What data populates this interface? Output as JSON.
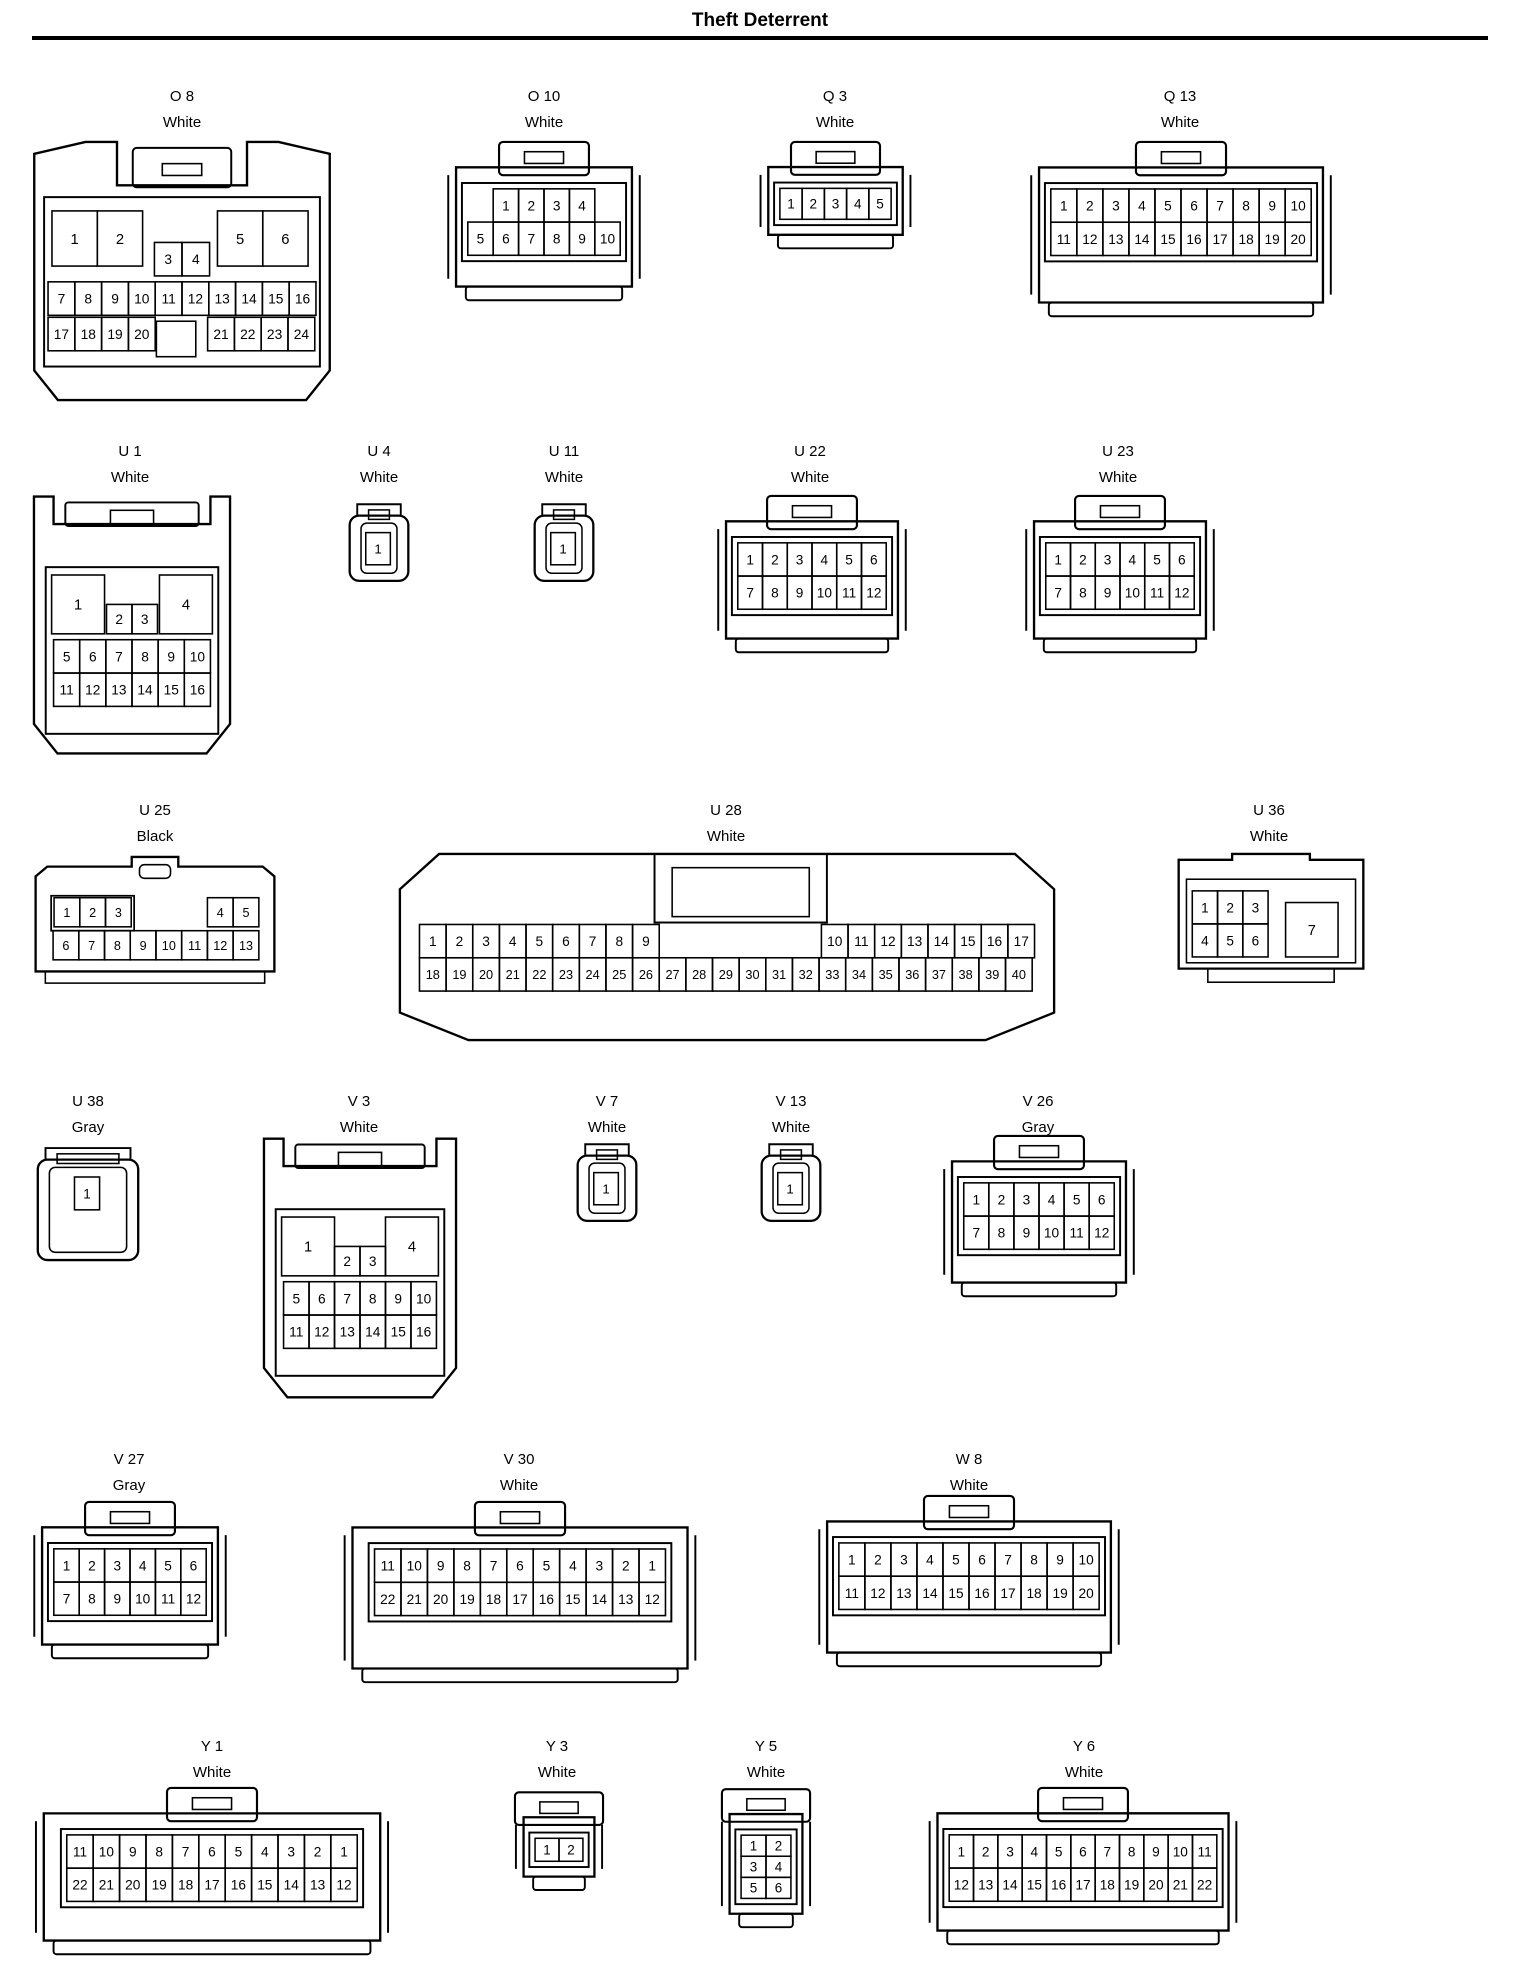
{
  "title": "Theft Deterrent",
  "connectors": [
    {
      "id": "O 8",
      "color": "White",
      "kind": "o8",
      "rows": [
        [
          "1",
          "2",
          "5",
          "6"
        ],
        [
          "3",
          "4"
        ],
        [
          "7",
          "8",
          "9",
          "10",
          "11",
          "12",
          "13",
          "14",
          "15",
          "16"
        ],
        [
          "17",
          "18",
          "19",
          "20",
          "21",
          "22",
          "23",
          "24"
        ]
      ]
    },
    {
      "id": "O 10",
      "color": "White",
      "kind": "grid",
      "rows": [
        [
          "1",
          "2",
          "3",
          "4"
        ],
        [
          "5",
          "6",
          "7",
          "8",
          "9",
          "10"
        ]
      ]
    },
    {
      "id": "Q 3",
      "color": "White",
      "kind": "grid",
      "rows": [
        [
          "1",
          "2",
          "3",
          "4",
          "5"
        ]
      ]
    },
    {
      "id": "Q 13",
      "color": "White",
      "kind": "grid",
      "rows": [
        [
          "1",
          "2",
          "3",
          "4",
          "5",
          "6",
          "7",
          "8",
          "9",
          "10"
        ],
        [
          "11",
          "12",
          "13",
          "14",
          "15",
          "16",
          "17",
          "18",
          "19",
          "20"
        ]
      ]
    },
    {
      "id": "U 1",
      "color": "White",
      "kind": "u16",
      "rows": [
        [
          "1",
          "4"
        ],
        [
          "2",
          "3"
        ],
        [
          "5",
          "6",
          "7",
          "8",
          "9",
          "10"
        ],
        [
          "11",
          "12",
          "13",
          "14",
          "15",
          "16"
        ]
      ]
    },
    {
      "id": "U 4",
      "color": "White",
      "kind": "single",
      "rows": [
        [
          "1"
        ]
      ]
    },
    {
      "id": "U 11",
      "color": "White",
      "kind": "single",
      "rows": [
        [
          "1"
        ]
      ]
    },
    {
      "id": "U 22",
      "color": "White",
      "kind": "grid",
      "rows": [
        [
          "1",
          "2",
          "3",
          "4",
          "5",
          "6"
        ],
        [
          "7",
          "8",
          "9",
          "10",
          "11",
          "12"
        ]
      ]
    },
    {
      "id": "U 23",
      "color": "White",
      "kind": "grid",
      "rows": [
        [
          "1",
          "2",
          "3",
          "4",
          "5",
          "6"
        ],
        [
          "7",
          "8",
          "9",
          "10",
          "11",
          "12"
        ]
      ]
    },
    {
      "id": "U 25",
      "color": "Black",
      "kind": "u25",
      "rows": [
        [
          "1",
          "2",
          "3",
          "4",
          "5"
        ],
        [
          "6",
          "7",
          "8",
          "9",
          "10",
          "11",
          "12",
          "13"
        ]
      ]
    },
    {
      "id": "U 28",
      "color": "White",
      "kind": "u28",
      "rows": [
        [
          "1",
          "2",
          "3",
          "4",
          "5",
          "6",
          "7",
          "8",
          "9",
          "10",
          "11",
          "12",
          "13",
          "14",
          "15",
          "16",
          "17"
        ],
        [
          "18",
          "19",
          "20",
          "21",
          "22",
          "23",
          "24",
          "25",
          "26",
          "27",
          "28",
          "29",
          "30",
          "31",
          "32",
          "33",
          "34",
          "35",
          "36",
          "37",
          "38",
          "39",
          "40"
        ]
      ]
    },
    {
      "id": "U 36",
      "color": "White",
      "kind": "u36",
      "rows": [
        [
          "1",
          "2",
          "3"
        ],
        [
          "4",
          "5",
          "6"
        ],
        [
          "7"
        ]
      ]
    },
    {
      "id": "U 38",
      "color": "Gray",
      "kind": "single",
      "rows": [
        [
          "1"
        ]
      ]
    },
    {
      "id": "V 3",
      "color": "White",
      "kind": "u16",
      "rows": [
        [
          "1",
          "4"
        ],
        [
          "2",
          "3"
        ],
        [
          "5",
          "6",
          "7",
          "8",
          "9",
          "10"
        ],
        [
          "11",
          "12",
          "13",
          "14",
          "15",
          "16"
        ]
      ]
    },
    {
      "id": "V 7",
      "color": "White",
      "kind": "single",
      "rows": [
        [
          "1"
        ]
      ]
    },
    {
      "id": "V 13",
      "color": "White",
      "kind": "single",
      "rows": [
        [
          "1"
        ]
      ]
    },
    {
      "id": "V 26",
      "color": "Gray",
      "kind": "grid",
      "rows": [
        [
          "1",
          "2",
          "3",
          "4",
          "5",
          "6"
        ],
        [
          "7",
          "8",
          "9",
          "10",
          "11",
          "12"
        ]
      ]
    },
    {
      "id": "V 27",
      "color": "Gray",
      "kind": "grid",
      "rows": [
        [
          "1",
          "2",
          "3",
          "4",
          "5",
          "6"
        ],
        [
          "7",
          "8",
          "9",
          "10",
          "11",
          "12"
        ]
      ]
    },
    {
      "id": "V 30",
      "color": "White",
      "kind": "grid",
      "rows": [
        [
          "11",
          "10",
          "9",
          "8",
          "7",
          "6",
          "5",
          "4",
          "3",
          "2",
          "1"
        ],
        [
          "22",
          "21",
          "20",
          "19",
          "18",
          "17",
          "16",
          "15",
          "14",
          "13",
          "12"
        ]
      ]
    },
    {
      "id": "W 8",
      "color": "White",
      "kind": "grid",
      "rows": [
        [
          "1",
          "2",
          "3",
          "4",
          "5",
          "6",
          "7",
          "8",
          "9",
          "10"
        ],
        [
          "11",
          "12",
          "13",
          "14",
          "15",
          "16",
          "17",
          "18",
          "19",
          "20"
        ]
      ]
    },
    {
      "id": "Y 1",
      "color": "White",
      "kind": "grid",
      "rows": [
        [
          "11",
          "10",
          "9",
          "8",
          "7",
          "6",
          "5",
          "4",
          "3",
          "2",
          "1"
        ],
        [
          "22",
          "21",
          "20",
          "19",
          "18",
          "17",
          "16",
          "15",
          "14",
          "13",
          "12"
        ]
      ]
    },
    {
      "id": "Y 3",
      "color": "White",
      "kind": "grid",
      "rows": [
        [
          "1",
          "2"
        ]
      ]
    },
    {
      "id": "Y 5",
      "color": "White",
      "kind": "grid",
      "rows": [
        [
          "1",
          "2"
        ],
        [
          "3",
          "4"
        ],
        [
          "5",
          "6"
        ]
      ]
    },
    {
      "id": "Y 6",
      "color": "White",
      "kind": "grid",
      "rows": [
        [
          "1",
          "2",
          "3",
          "4",
          "5",
          "6",
          "7",
          "8",
          "9",
          "10",
          "11"
        ],
        [
          "12",
          "13",
          "14",
          "15",
          "16",
          "17",
          "18",
          "19",
          "20",
          "21",
          "22"
        ]
      ]
    }
  ]
}
